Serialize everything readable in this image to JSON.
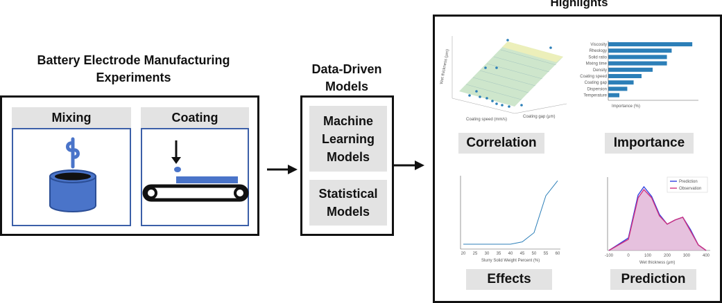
{
  "manufacturing": {
    "title_line1": "Battery Electrode Manufacturing",
    "title_line2": "Experiments",
    "mixing_label": "Mixing",
    "coating_label": "Coating"
  },
  "models": {
    "title_line1": "Data-Driven",
    "title_line2": "Models",
    "ml_line1": "Machine",
    "ml_line2": "Learning",
    "ml_line3": "Models",
    "stat_line1": "Statistical",
    "stat_line2": "Models"
  },
  "highlights": {
    "title": "Highlights",
    "correlation_label": "Correlation",
    "importance_label": "Importance",
    "effects_label": "Effects",
    "prediction_label": "Prediction"
  },
  "colors": {
    "panel_blue": "#3b5fa8",
    "shape_blue": "#4a74c9",
    "bar_blue": "#2c7fb8",
    "prediction_line": "#2f3fe0",
    "observation_line": "#d0307e"
  },
  "chart_data": [
    {
      "type": "scatter",
      "panel": "Correlation",
      "description_3d": true,
      "xlabel": "Coating speed (mm/s)",
      "ylabel": "Wet thickness (μm)",
      "zlabel": "Coating gap (μm)"
    },
    {
      "type": "bar",
      "panel": "Importance",
      "orientation": "horizontal",
      "categories": [
        "Viscosity",
        "Rheology",
        "Solid ratio",
        "Mixing time",
        "Density",
        "Coating speed",
        "Coating gap",
        "Dispersion",
        "Temperature"
      ],
      "values": [
        26.5,
        20,
        18.5,
        18.5,
        14,
        10.5,
        8,
        6,
        3.5
      ],
      "xlim": [
        0,
        28
      ]
    },
    {
      "type": "line",
      "panel": "Effects",
      "xlabel": "Slurry Solid Weight Percent (%)",
      "x": [
        20,
        25,
        30,
        35,
        40,
        45,
        50,
        55,
        60
      ],
      "y": [
        0.0,
        0.0,
        0.0,
        0.0,
        0.0,
        0.02,
        0.1,
        0.42,
        0.55
      ],
      "xticks": [
        "20",
        "25",
        "30",
        "35",
        "40",
        "45",
        "50",
        "55",
        "60"
      ]
    },
    {
      "type": "area",
      "panel": "Prediction",
      "xlabel": "Wet thickness (μm)",
      "series": [
        {
          "name": "Prediction",
          "x": [
            -100,
            0,
            50,
            80,
            120,
            160,
            200,
            240,
            280,
            320,
            360,
            400
          ],
          "y": [
            0.0,
            0.0009,
            0.004,
            0.0046,
            0.0039,
            0.0026,
            0.0019,
            0.0022,
            0.0024,
            0.0015,
            0.0004,
            0.0
          ]
        },
        {
          "name": "Observation",
          "x": [
            -100,
            0,
            50,
            80,
            120,
            160,
            200,
            240,
            280,
            320,
            360,
            400
          ],
          "y": [
            0.0,
            0.0008,
            0.0038,
            0.0044,
            0.0038,
            0.0025,
            0.0019,
            0.0022,
            0.0024,
            0.0014,
            0.0004,
            0.0
          ]
        }
      ],
      "xticks": [
        "-100",
        "0",
        "100",
        "200",
        "300",
        "400"
      ]
    }
  ]
}
